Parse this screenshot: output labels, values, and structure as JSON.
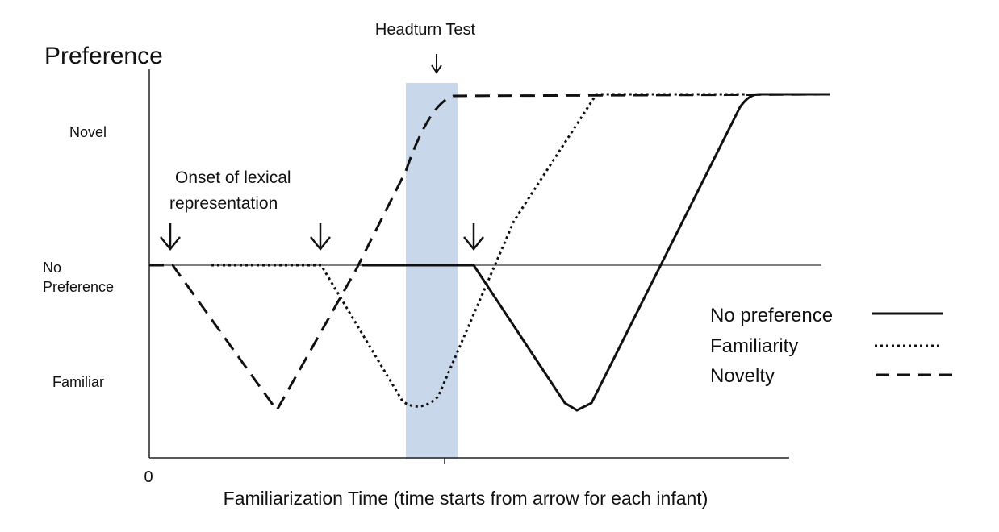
{
  "figure": {
    "y_axis_title": "Preference",
    "x_axis_title": "Familiarization Time (time starts from arrow for each infant)",
    "x_origin_label": "0",
    "y_levels": {
      "novel": "Novel",
      "no_preference_line1": "No",
      "no_preference_line2": "Preference",
      "familiar": "Familiar"
    },
    "headturn_test_label": "Headturn Test",
    "onset_label_line1": "Onset of lexical",
    "onset_label_line2": "representation",
    "test_band_color": "#c9d7ea"
  },
  "legend": {
    "items": [
      {
        "label": "No preference",
        "style": "solid"
      },
      {
        "label": "Familiarity",
        "style": "dotted"
      },
      {
        "label": "Novelty",
        "style": "dashed"
      }
    ]
  },
  "chart_data": {
    "type": "line",
    "y_levels": [
      "Familiar",
      "No Preference",
      "Novel"
    ],
    "curves": [
      {
        "name": "Novelty",
        "style": "dashed",
        "shape": [
          "no preference",
          "dip to familiar",
          "rise to novel",
          "plateau at novel"
        ]
      },
      {
        "name": "Familiarity",
        "style": "dotted",
        "shape": [
          "no preference",
          "dip to familiar",
          "rise to novel",
          "plateau at novel"
        ]
      },
      {
        "name": "No preference",
        "style": "solid",
        "shape": [
          "no preference",
          "dip to familiar",
          "rise to novel",
          "plateau at novel"
        ]
      }
    ],
    "annotations": [
      "Onset of lexical representation",
      "Headturn Test"
    ]
  }
}
